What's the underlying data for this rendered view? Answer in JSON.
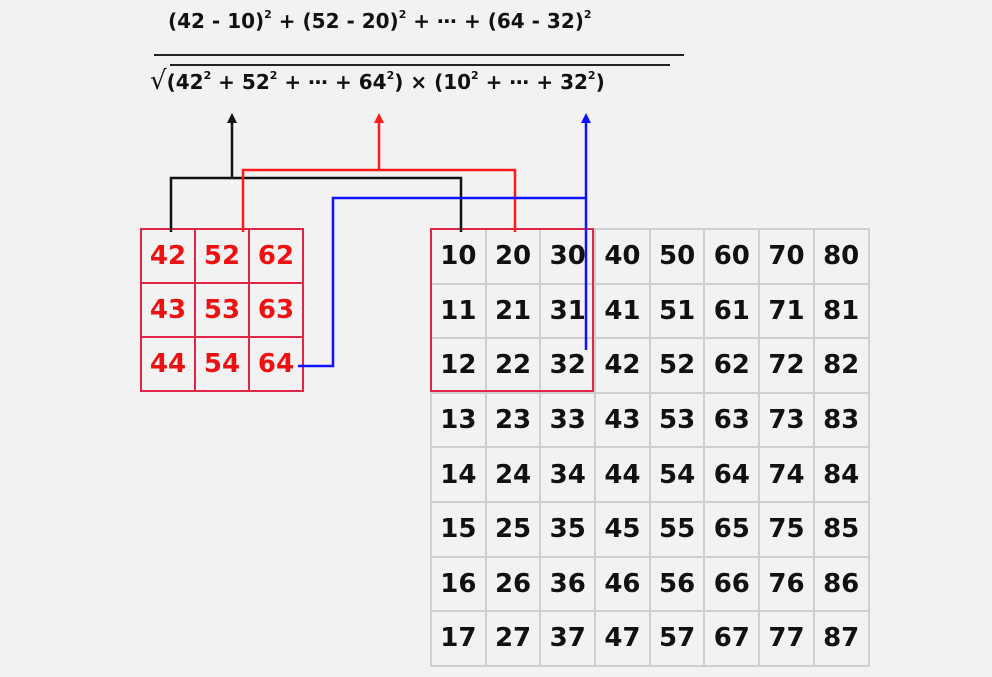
{
  "formula": {
    "numerator": [
      "(42 - 10)",
      "2",
      " + (52 - 20)",
      "2",
      " + ⋯ + (64 - 32)",
      "2"
    ],
    "denominator": [
      "√",
      "(42",
      "2",
      " + 52",
      "2",
      " + ⋯ + 64",
      "2",
      ") × (10",
      "2",
      " + ⋯ + 32",
      "2",
      ")"
    ]
  },
  "kernel": {
    "rows": [
      [
        "42",
        "52",
        "62"
      ],
      [
        "43",
        "53",
        "63"
      ],
      [
        "44",
        "54",
        "64"
      ]
    ],
    "color": "#e11"
  },
  "image": {
    "rows": [
      [
        "10",
        "20",
        "30",
        "40",
        "50",
        "60",
        "70",
        "80"
      ],
      [
        "11",
        "21",
        "31",
        "41",
        "51",
        "61",
        "71",
        "81"
      ],
      [
        "12",
        "22",
        "32",
        "42",
        "52",
        "62",
        "72",
        "82"
      ],
      [
        "13",
        "23",
        "33",
        "43",
        "53",
        "63",
        "73",
        "83"
      ],
      [
        "14",
        "24",
        "34",
        "44",
        "54",
        "64",
        "74",
        "84"
      ],
      [
        "15",
        "25",
        "35",
        "45",
        "55",
        "65",
        "75",
        "85"
      ],
      [
        "16",
        "26",
        "36",
        "46",
        "56",
        "66",
        "76",
        "86"
      ],
      [
        "17",
        "27",
        "37",
        "47",
        "57",
        "67",
        "77",
        "87"
      ]
    ]
  },
  "colors": {
    "black_arrow": "#111111",
    "red_arrow": "#ff1a1a",
    "blue_arrow": "#1010ff",
    "highlight": "#e0244a"
  }
}
